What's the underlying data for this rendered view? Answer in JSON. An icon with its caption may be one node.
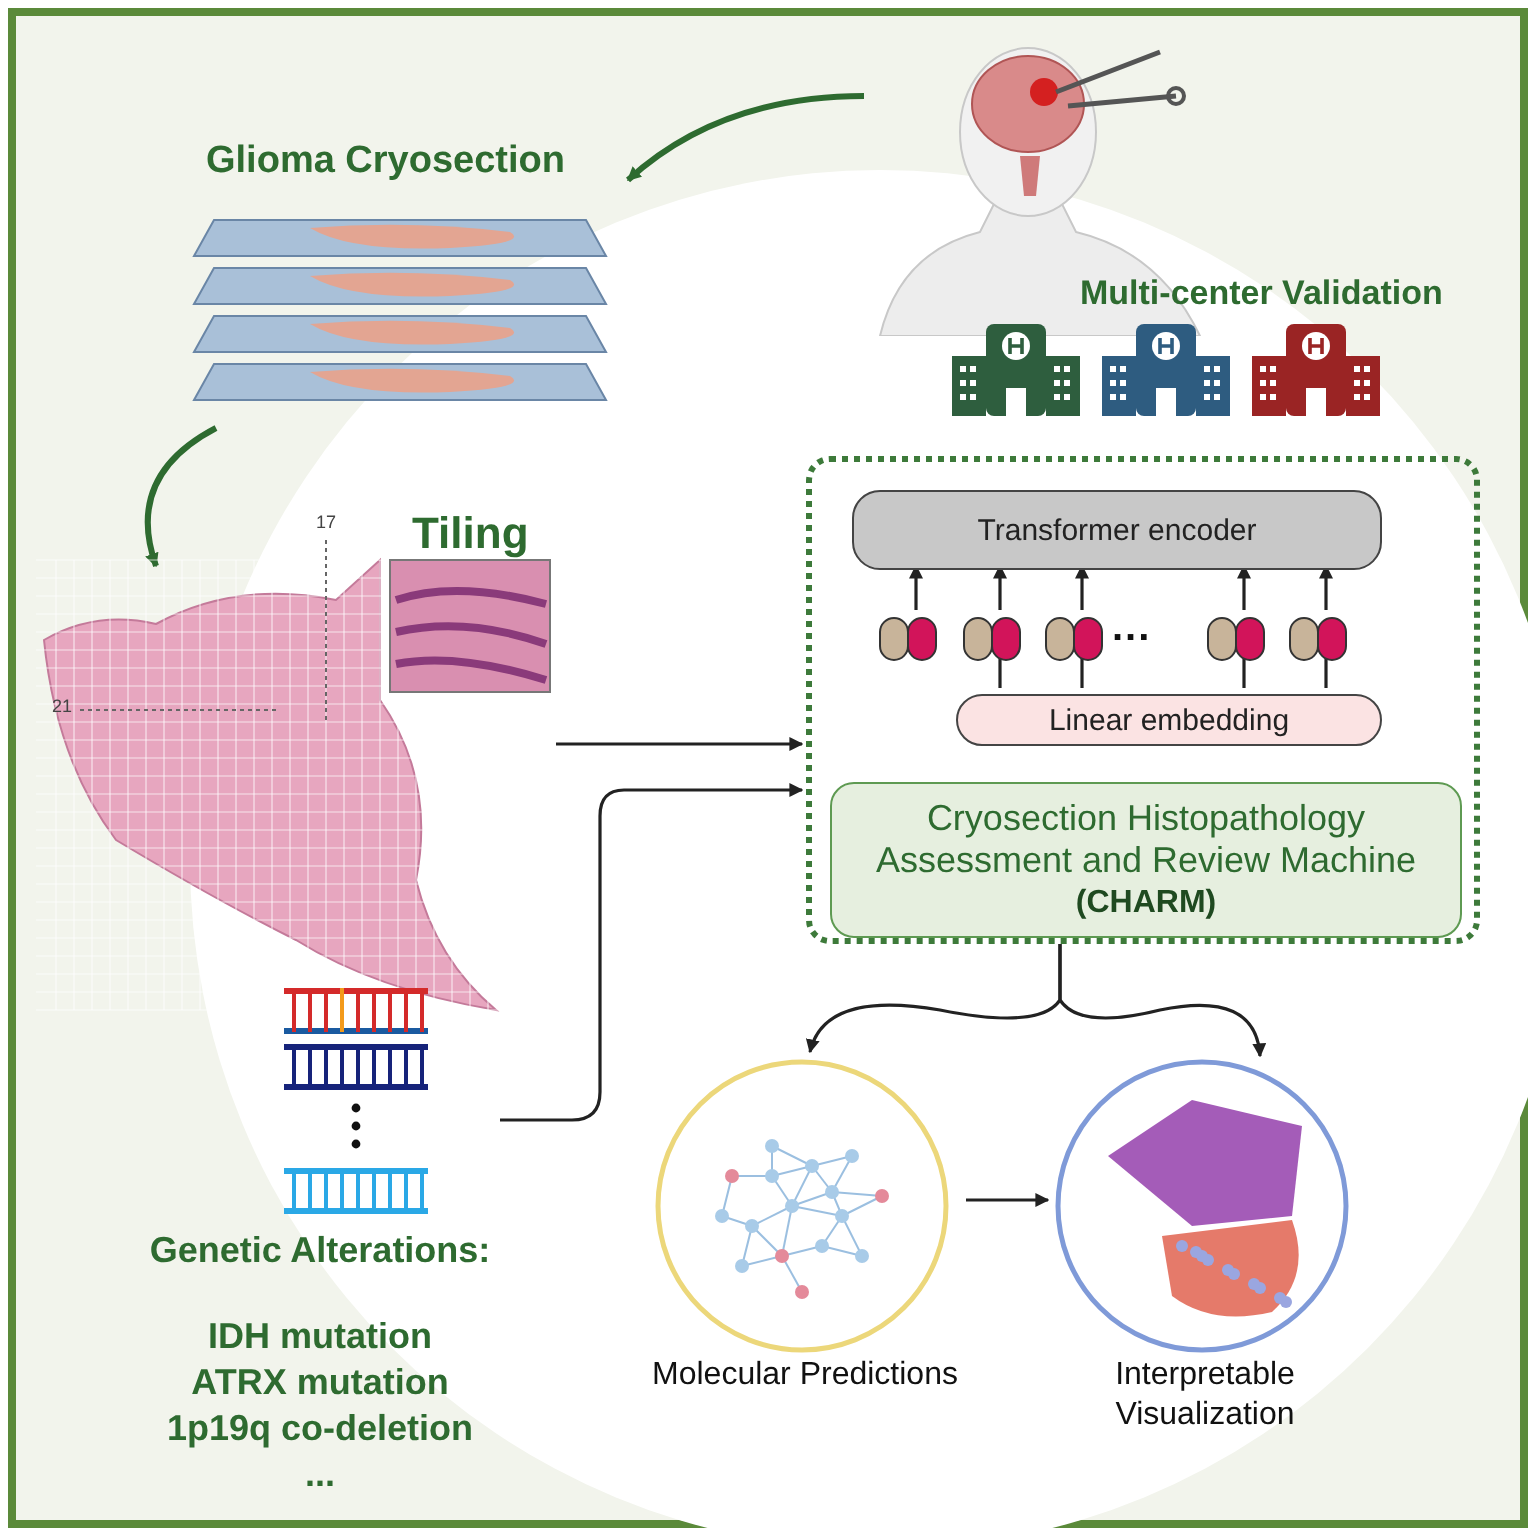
{
  "diagram": {
    "nodes": [
      {
        "text": [],
        "shape": "picture"
      },
      {
        "text": [
          "Glioma Cryosection"
        ]
      },
      {
        "text": [
          "Tiling"
        ]
      },
      {
        "text": [
          "Genetic Alterations:",
          "IDH mutation",
          "ATRX mutation",
          "1p19q co-deletion",
          "..."
        ]
      },
      {
        "text": [],
        "shape": "box"
      },
      {
        "text": [
          "Transformer encoder"
        ],
        "in": 4
      },
      {
        "text": [],
        "shape": "box",
        "in": 4
      },
      {
        "text": [],
        "shape": "box",
        "in": 4
      },
      {
        "text": [],
        "shape": "box",
        "in": 4
      },
      {
        "text": [],
        "shape": "box",
        "in": 4
      },
      {
        "text": [],
        "shape": "box",
        "in": 4
      },
      {
        "text": [
          "Linear embedding"
        ],
        "in": 4
      },
      {
        "text": [
          "Cryosection Histopathology Assessment and Review Machine",
          "(CHARM)"
        ],
        "in": 4
      },
      {
        "text": [
          "Molecular Predictions"
        ]
      },
      {
        "text": [
          "Interpretable Visualization"
        ]
      }
    ],
    "edges": [
      {
        "from": 0,
        "to": 1,
        "arrow": "to",
        "color": "#2e6b30"
      },
      {
        "from": 1,
        "to": 2,
        "arrow": "to",
        "color": "#2e6b30"
      },
      {
        "from": 2,
        "to": 4,
        "arrow": "to"
      },
      {
        "from": 3,
        "to": 4,
        "arrow": "to"
      },
      {
        "from": 11,
        "to": 7,
        "arrow": "none"
      },
      {
        "from": 11,
        "to": 8,
        "arrow": "none"
      },
      {
        "from": 11,
        "to": 9,
        "arrow": "none"
      },
      {
        "from": 11,
        "to": 10,
        "arrow": "none"
      },
      {
        "from": 6,
        "to": 5,
        "arrow": "to"
      },
      {
        "from": 7,
        "to": 5,
        "arrow": "to"
      },
      {
        "from": 8,
        "to": 5,
        "arrow": "to"
      },
      {
        "from": 9,
        "to": 5,
        "arrow": "to"
      },
      {
        "from": 10,
        "to": 5,
        "arrow": "to"
      },
      {
        "from": 4,
        "to": 13,
        "arrow": "to"
      },
      {
        "from": 4,
        "to": 14,
        "arrow": "to"
      },
      {
        "from": 13,
        "to": 14,
        "arrow": "to"
      }
    ],
    "labels": [
      "Multi-center Validation",
      "17",
      "...",
      "21"
    ]
  }
}
